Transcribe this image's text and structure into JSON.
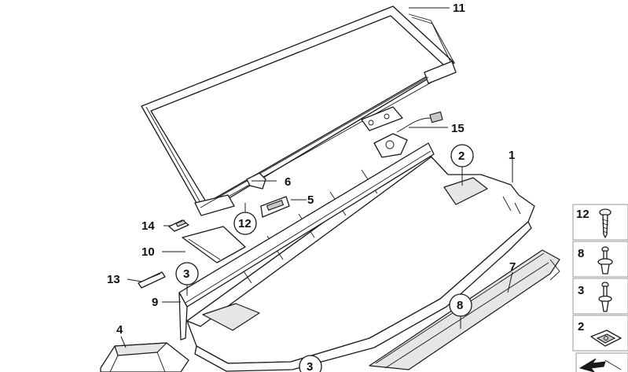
{
  "callouts": {
    "c1": "1",
    "c2": "2",
    "c3a": "3",
    "c3b": "3",
    "c4": "4",
    "c5": "5",
    "c6": "6",
    "c7": "7",
    "c8": "8",
    "c9": "9",
    "c10": "10",
    "c11": "11",
    "c12": "12",
    "c13": "13",
    "c14": "14",
    "c15": "15"
  },
  "legend": {
    "items": [
      {
        "label": "12",
        "icon": "screw-icon"
      },
      {
        "label": "8",
        "icon": "push-rivet-icon"
      },
      {
        "label": "3",
        "icon": "expanding-rivet-icon"
      },
      {
        "label": "2",
        "icon": "clip-nut-icon"
      },
      {
        "label": "",
        "icon": "arrow-icon"
      }
    ]
  }
}
